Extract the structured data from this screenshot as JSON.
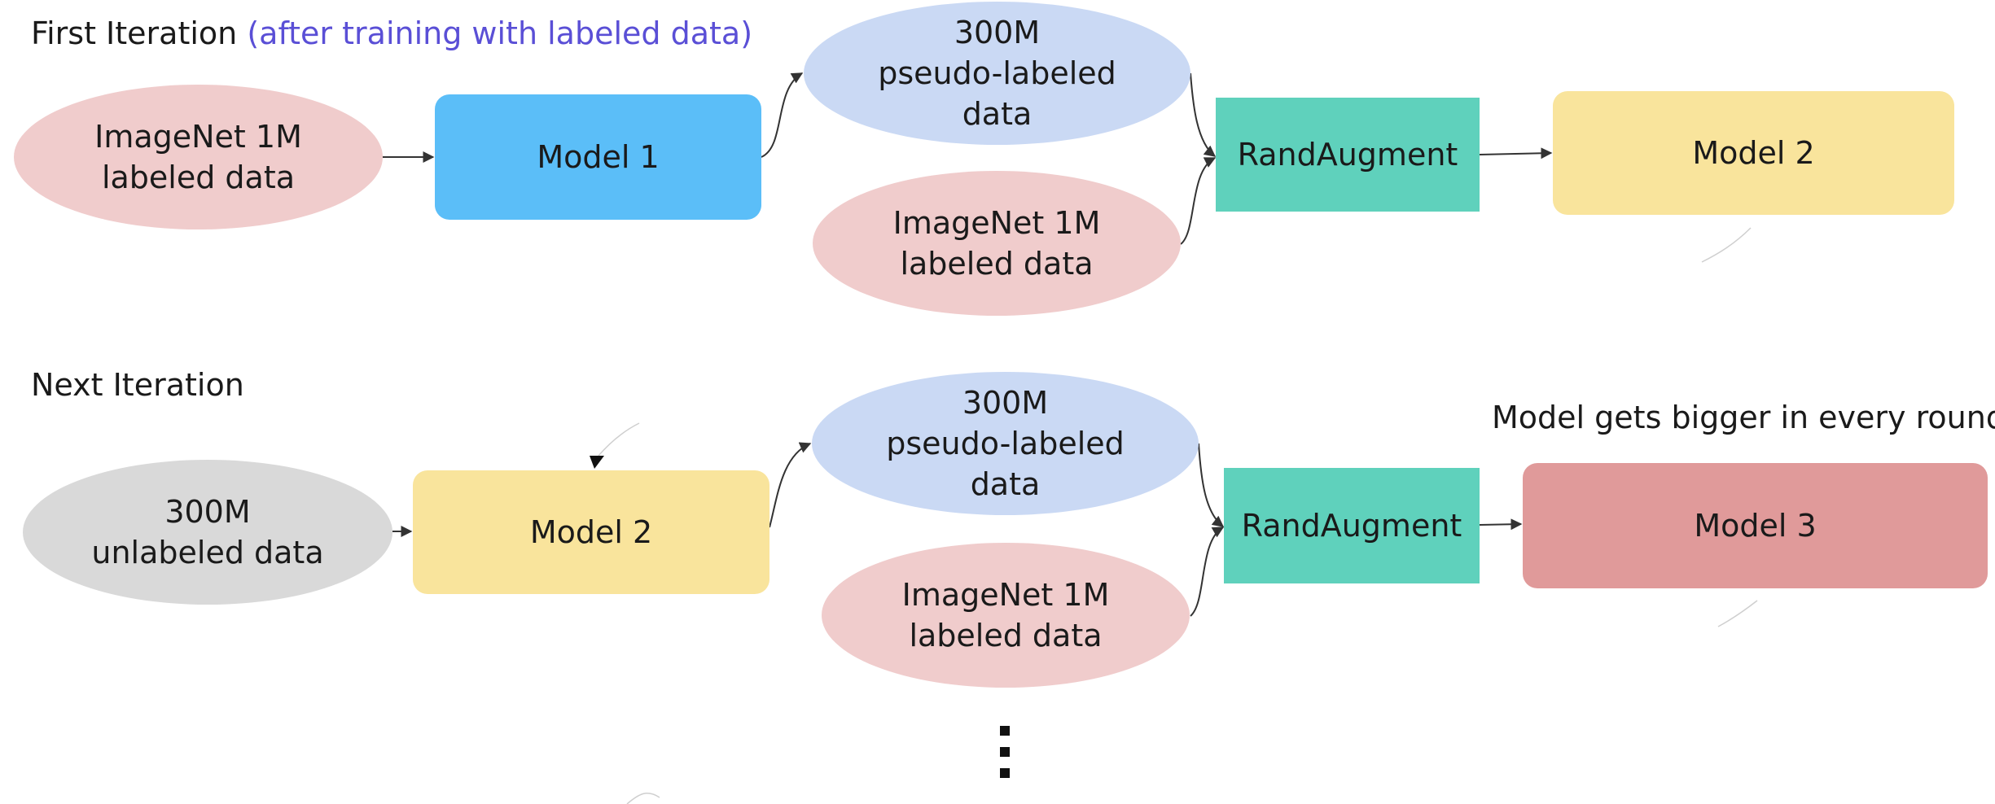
{
  "first": {
    "title": "First Iteration",
    "title_note": "(after training with labeled data)",
    "imagenet_left_l1": "ImageNet 1M",
    "imagenet_left_l2": "labeled data",
    "model1": "Model 1",
    "pseudo_l1": "300M",
    "pseudo_l2": "pseudo-labeled",
    "pseudo_l3": "data",
    "imagenet_mid_l1": "ImageNet 1M",
    "imagenet_mid_l2": "labeled data",
    "randaugment": "RandAugment",
    "model2": "Model 2"
  },
  "next": {
    "title": "Next Iteration",
    "unlabeled_l1": "300M",
    "unlabeled_l2": "unlabeled data",
    "model2": "Model 2",
    "pseudo_l1": "300M",
    "pseudo_l2": "pseudo-labeled",
    "pseudo_l3": "data",
    "imagenet_mid_l1": "ImageNet 1M",
    "imagenet_mid_l2": "labeled data",
    "randaugment": "RandAugment",
    "model3": "Model 3",
    "note": "Model gets bigger in every round"
  },
  "colors": {
    "pink": "#f0cccc",
    "blue_model": "#5bbef8",
    "light_blue": "#cad9f4",
    "teal": "#5fd1bc",
    "yellow": "#f9e49c",
    "gray": "#d9d9d9",
    "red_model": "#e09a9a",
    "accent_text": "#5a4fd6"
  }
}
